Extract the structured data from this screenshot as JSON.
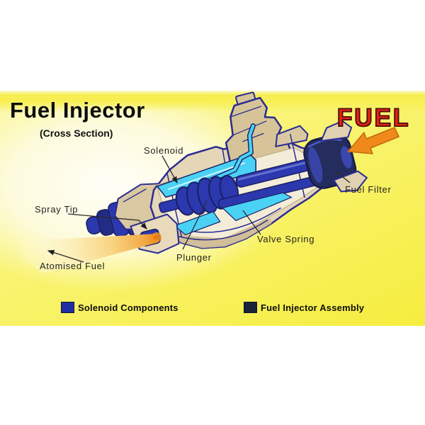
{
  "title": {
    "main": "Fuel Injector",
    "subtitle": "(Cross Section)"
  },
  "flow": {
    "label": "FUEL"
  },
  "diagram_labels": {
    "solenoid": "Solenoid",
    "fuel_filter": "Fuel Filter",
    "spray_tip": "Spray Tip",
    "valve_spring": "Valve Spring",
    "plunger": "Plunger",
    "atomised_fuel": "Atomised Fuel"
  },
  "legend": {
    "items": [
      {
        "label": "Solenoid Components",
        "color": "#1f2ea6"
      },
      {
        "label": "Fuel Injector Assembly",
        "color": "#1a2338"
      }
    ]
  },
  "colors": {
    "background_yellow": "#f6ee45",
    "background_pale": "#fffef6",
    "body_tan": "#e4d6b6",
    "outline_navy": "#2b2b92",
    "solenoid_cyan": "#4ad2f4",
    "component_royal_blue": "#2c38ae",
    "assembly_dark_navy": "#252c5e",
    "fuel_text_red": "#e62014",
    "fuel_arrow_orange": "#ef8a1a",
    "spray_orange": "#ed8d1d"
  }
}
